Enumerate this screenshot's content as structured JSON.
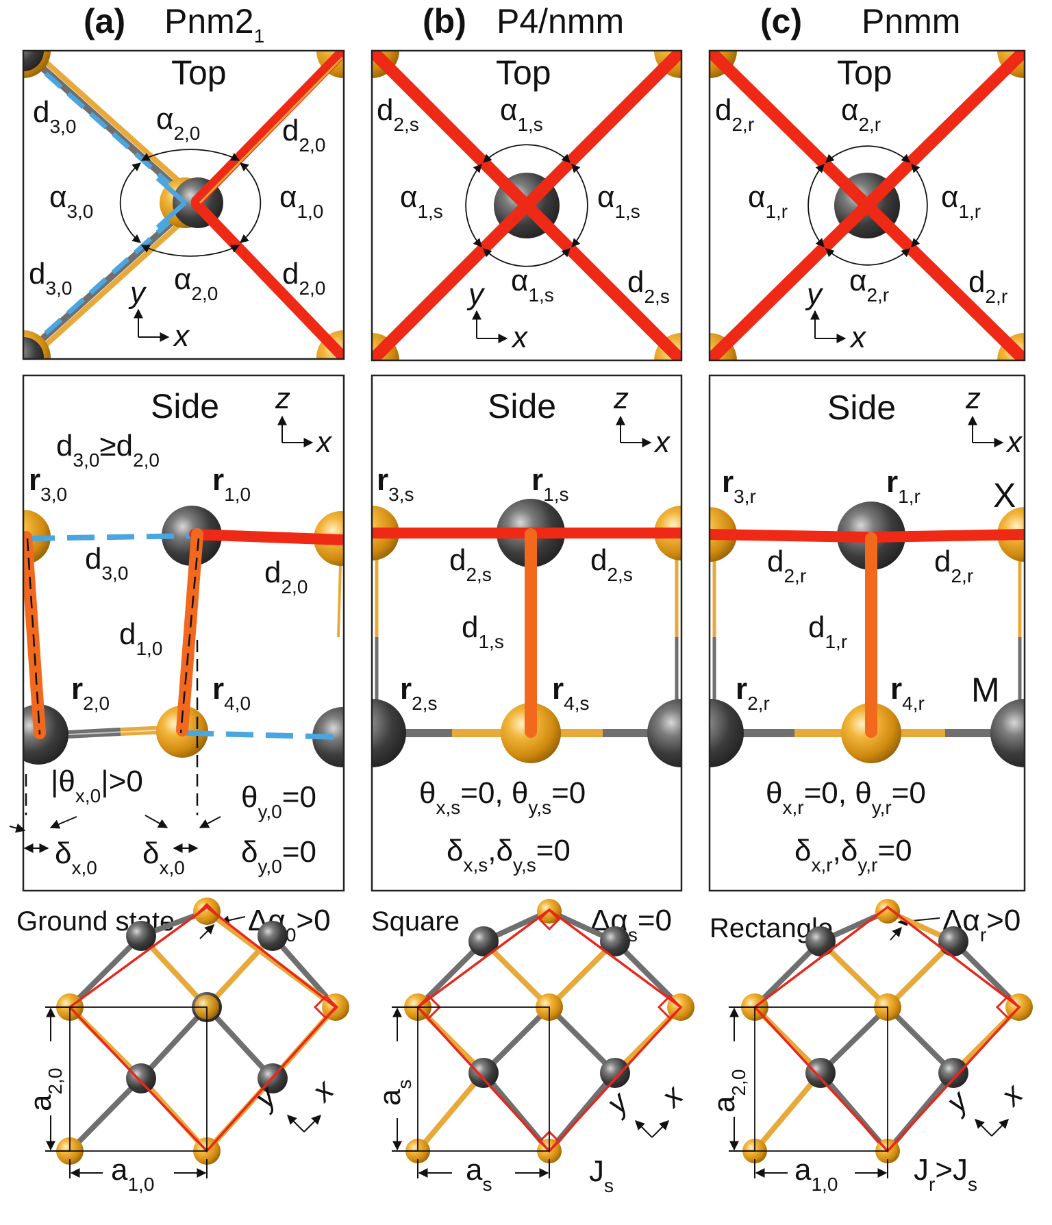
{
  "columns": [
    {
      "letter": "(a)",
      "space_group": "Pnm2",
      "space_group_sub": "1",
      "top": {
        "title": "Top",
        "labels": [
          {
            "b": "d",
            "s": "3,0"
          },
          {
            "b": "α",
            "s": "2,0"
          },
          {
            "b": "d",
            "s": "2,0"
          },
          {
            "b": "α",
            "s": "3,0"
          },
          {
            "b": "α",
            "s": "1,0"
          },
          {
            "b": "d",
            "s": "3,0"
          },
          {
            "b": "α",
            "s": "2,0"
          },
          {
            "b": "d",
            "s": "2,0"
          }
        ],
        "axes": {
          "y": "y",
          "x": "x"
        }
      },
      "side": {
        "title": "Side",
        "axes": {
          "z": "z",
          "x": "x"
        },
        "relation": {
          "b1": "d",
          "s1": "3,0",
          "op": "≥",
          "b2": "d",
          "s2": "2,0"
        },
        "r_labels": [
          {
            "b": "r",
            "s": "3,0"
          },
          {
            "b": "r",
            "s": "1,0"
          },
          {
            "b": "r",
            "s": "2,0"
          },
          {
            "b": "r",
            "s": "4,0"
          }
        ],
        "d_labels": [
          {
            "b": "d",
            "s": "3,0"
          },
          {
            "b": "d",
            "s": "2,0"
          },
          {
            "b": "d",
            "s": "1,0"
          }
        ],
        "theta_left": {
          "pre": "|θ",
          "s": "x,0",
          "post": "|>0"
        },
        "delta_left": [
          {
            "b": "δ",
            "s": "x,0"
          },
          {
            "b": "δ",
            "s": "x,0"
          }
        ],
        "theta_right": {
          "b": "θ",
          "s": "y,0",
          "post": "=0"
        },
        "delta_right": {
          "b": "δ",
          "s": "y,0",
          "post": "=0"
        }
      },
      "bottom": {
        "name": "Ground state",
        "delta_alpha": {
          "b": "Δα",
          "s": "0",
          "post": ">0"
        },
        "a_vert": {
          "b": "a",
          "s": "2,0"
        },
        "a_horz": {
          "b": "a",
          "s": "1,0"
        },
        "axes": {
          "y": "y",
          "x": "x"
        }
      }
    },
    {
      "letter": "(b)",
      "space_group": "P4/nmm",
      "top": {
        "title": "Top",
        "labels": [
          {
            "b": "d",
            "s": "2,s"
          },
          {
            "b": "α",
            "s": "1,s"
          },
          {
            "b": "α",
            "s": "1,s"
          },
          {
            "b": "α",
            "s": "1,s"
          },
          {
            "b": "α",
            "s": "1,s"
          },
          {
            "b": "d",
            "s": "2,s"
          }
        ],
        "axes": {
          "y": "y",
          "x": "x"
        }
      },
      "side": {
        "title": "Side",
        "axes": {
          "z": "z",
          "x": "x"
        },
        "r_labels": [
          {
            "b": "r",
            "s": "3,s"
          },
          {
            "b": "r",
            "s": "1,s"
          },
          {
            "b": "r",
            "s": "2,s"
          },
          {
            "b": "r",
            "s": "4,s"
          }
        ],
        "d_labels": [
          {
            "b": "d",
            "s": "2,s"
          },
          {
            "b": "d",
            "s": "2,s"
          },
          {
            "b": "d",
            "s": "1,s"
          }
        ],
        "theta_line": {
          "b1": "θ",
          "s1": "x,s",
          "m": "=0, ",
          "b2": "θ",
          "s2": "y,s",
          "post": "=0"
        },
        "delta_line": {
          "b1": "δ",
          "s1": "x,s",
          "m": ",",
          "b2": "δ",
          "s2": "y,s",
          "post": "=0"
        }
      },
      "bottom": {
        "name": "Square",
        "delta_alpha": {
          "b": "Δα",
          "s": "s",
          "post": "=0"
        },
        "a_vert": {
          "b": "a",
          "s": "s"
        },
        "a_horz": {
          "b": "a",
          "s": "s"
        },
        "J": {
          "b": "J",
          "s": "s"
        },
        "axes": {
          "y": "y",
          "x": "x"
        }
      }
    },
    {
      "letter": "(c)",
      "space_group": "Pnmm",
      "top": {
        "title": "Top",
        "labels": [
          {
            "b": "d",
            "s": "2,r"
          },
          {
            "b": "α",
            "s": "2,r"
          },
          {
            "b": "α",
            "s": "1,r"
          },
          {
            "b": "α",
            "s": "1,r"
          },
          {
            "b": "α",
            "s": "2,r"
          },
          {
            "b": "d",
            "s": "2,r"
          }
        ],
        "axes": {
          "y": "y",
          "x": "x"
        }
      },
      "side": {
        "title": "Side",
        "axes": {
          "z": "z",
          "x": "x"
        },
        "r_labels": [
          {
            "b": "r",
            "s": "3,r"
          },
          {
            "b": "r",
            "s": "1,r"
          },
          {
            "b": "r",
            "s": "2,r"
          },
          {
            "b": "r",
            "s": "4,r"
          }
        ],
        "d_labels": [
          {
            "b": "d",
            "s": "2,r"
          },
          {
            "b": "d",
            "s": "2,r"
          },
          {
            "b": "d",
            "s": "1,r"
          }
        ],
        "X": "X",
        "M": "M",
        "theta_line": {
          "b1": "θ",
          "s1": "x,r",
          "m": "=0, ",
          "b2": "θ",
          "s2": "y,r",
          "post": "=0"
        },
        "delta_line": {
          "b1": "δ",
          "s1": "x,r",
          "m": ",",
          "b2": "δ",
          "s2": "y,r",
          "post": "=0"
        }
      },
      "bottom": {
        "name": "Rectangle",
        "delta_alpha": {
          "b": "Δα",
          "s": "r",
          "post": ">0"
        },
        "a_vert": {
          "b": "a",
          "s": "2,0"
        },
        "a_horz": {
          "b": "a",
          "s": "1,0"
        },
        "J": {
          "b1": "J",
          "s1": "r",
          "op": ">",
          "b2": "J",
          "s2": "s"
        },
        "axes": {
          "y": "y",
          "x": "x"
        }
      }
    }
  ],
  "colors": {
    "gold_atom": "#e8a31c",
    "dark_atom": "#3e3e3e",
    "red_bond": "#ee2a16",
    "orange_bond": "#f2691e",
    "blue_dash": "#4aa6e0",
    "gold_bond": "#e7a93a",
    "gray_bond": "#6f6f6f",
    "cell_red": "#e8261b"
  }
}
